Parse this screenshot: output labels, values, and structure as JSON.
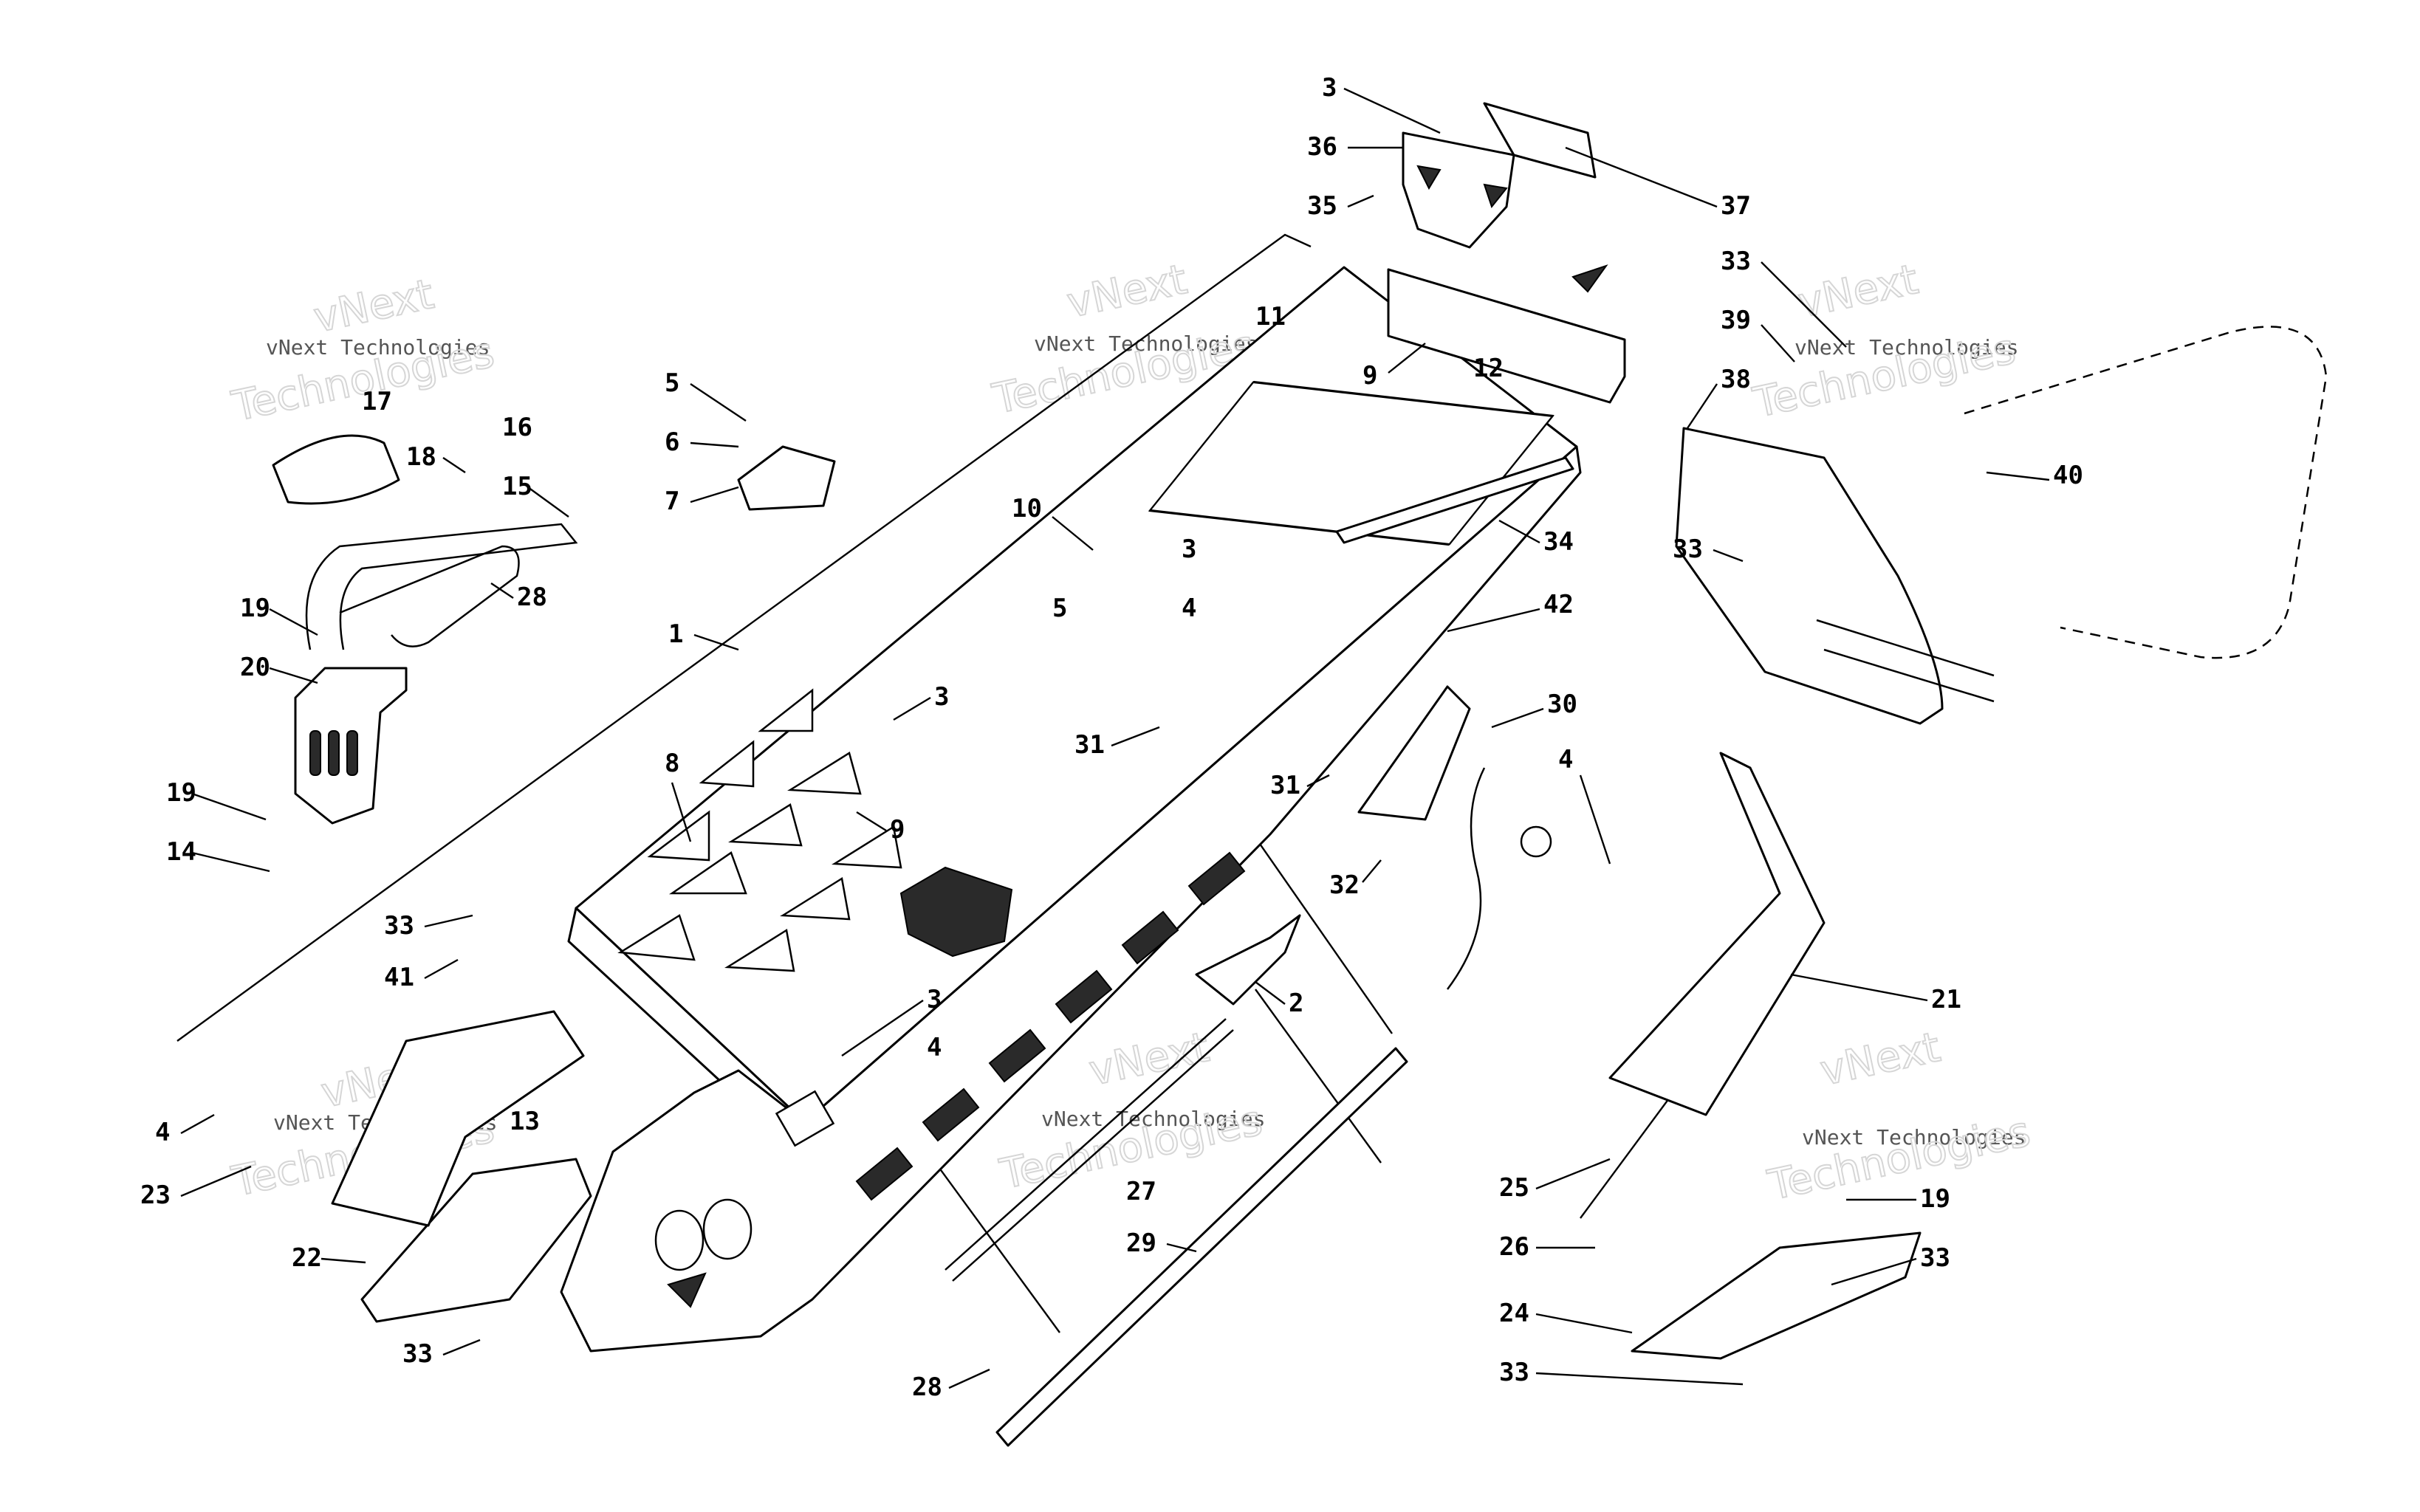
{
  "watermark": {
    "brand": "vNext",
    "company_line": "vNext Technologies",
    "outline_word": "Technologies"
  },
  "callouts": [
    "1",
    "2",
    "3",
    "4",
    "5",
    "6",
    "7",
    "8",
    "9",
    "10",
    "11",
    "12",
    "13",
    "14",
    "15",
    "16",
    "17",
    "18",
    "19",
    "20",
    "21",
    "22",
    "23",
    "24",
    "25",
    "26",
    "27",
    "28",
    "29",
    "30",
    "31",
    "32",
    "33",
    "34",
    "35",
    "36",
    "37",
    "38",
    "39",
    "40",
    "41",
    "42"
  ],
  "colors": {
    "line": "#000000",
    "background": "#ffffff",
    "watermark": "#d6d6d6"
  }
}
